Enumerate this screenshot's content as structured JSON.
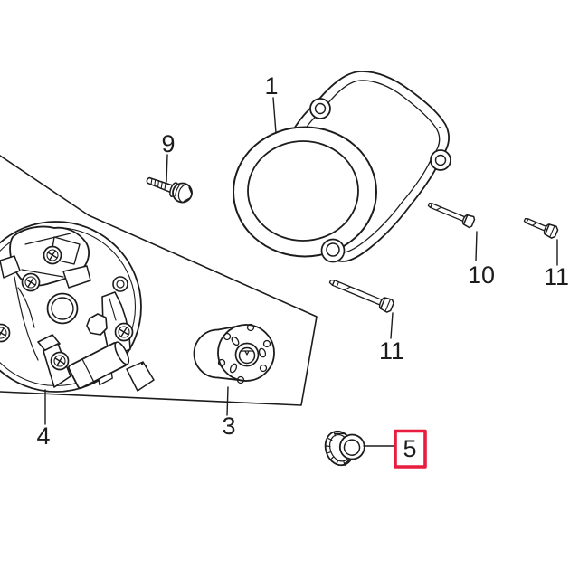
{
  "colors": {
    "background": "#ffffff",
    "line": "#1c1c1c",
    "highlight": "#e81c3f"
  },
  "labels": {
    "cover": "1",
    "rotor": "3",
    "stator": "4",
    "nut": "5",
    "bolt_short": "9",
    "bolt_long": "10",
    "bolt_mid": "11",
    "bolt_right": "11"
  },
  "highlight": {
    "selected_part_label": "5"
  }
}
